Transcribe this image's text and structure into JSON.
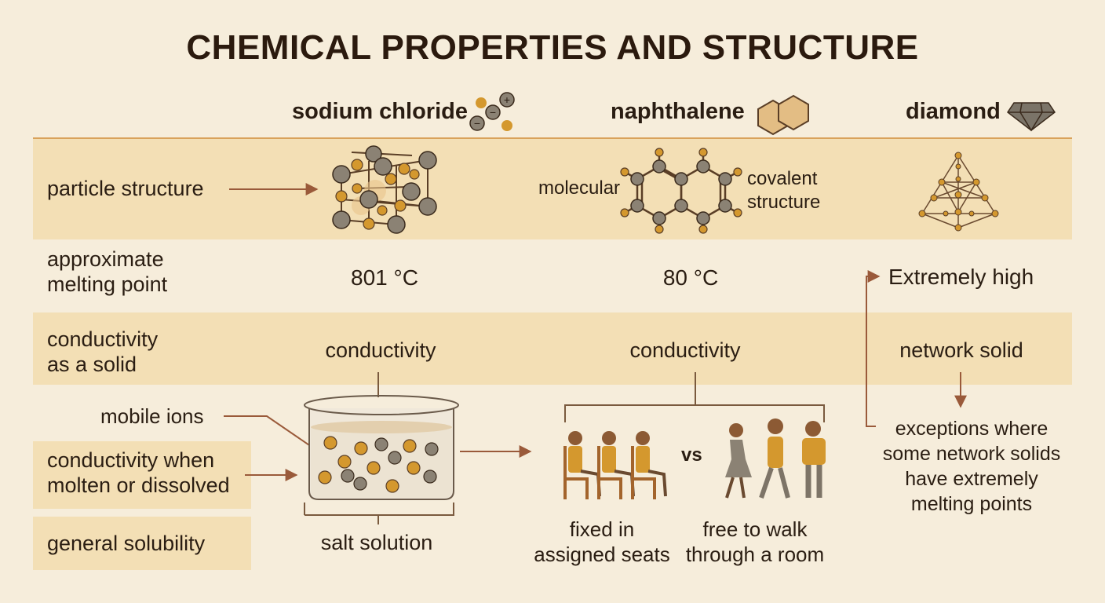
{
  "title": "CHEMICAL PROPERTIES AND STRUCTURE",
  "columns": [
    {
      "label": "sodium chloride",
      "icon": "ion-cluster-icon"
    },
    {
      "label": "naphthalene",
      "icon": "hexagon-rings-icon"
    },
    {
      "label": "diamond",
      "icon": "gem-icon"
    }
  ],
  "rows": {
    "particle_structure": "particle structure",
    "melting_point": "approximate\nmelting point",
    "conductivity_solid": "conductivity\nas a solid",
    "conductivity_molten": "conductivity when\nmolten or dissolved",
    "solubility": "general solubility"
  },
  "labels": {
    "molecular": "molecular",
    "covalent_structure": "covalent\nstructure",
    "mp_nacl": "801 °C",
    "mp_naph": "80 °C",
    "mp_diamond": "Extremely high",
    "cond_nacl": "conductivity",
    "cond_naph": "conductivity",
    "network_solid": "network solid",
    "mobile_ions": "mobile ions",
    "salt_solution": "salt solution",
    "vs": "vs",
    "fixed_seats": "fixed in\nassigned seats",
    "free_walk": "free to walk\nthrough a room",
    "exceptions": "exceptions where\nsome network solids\nhave extremely\nmelting points"
  },
  "colors": {
    "background": "#f6eddb",
    "band": "#f3dfb5",
    "accent_brown": "#9a5a3a",
    "gold_ion": "#d4982e",
    "gray_ion": "#7d7467",
    "text": "#2a1d12"
  }
}
